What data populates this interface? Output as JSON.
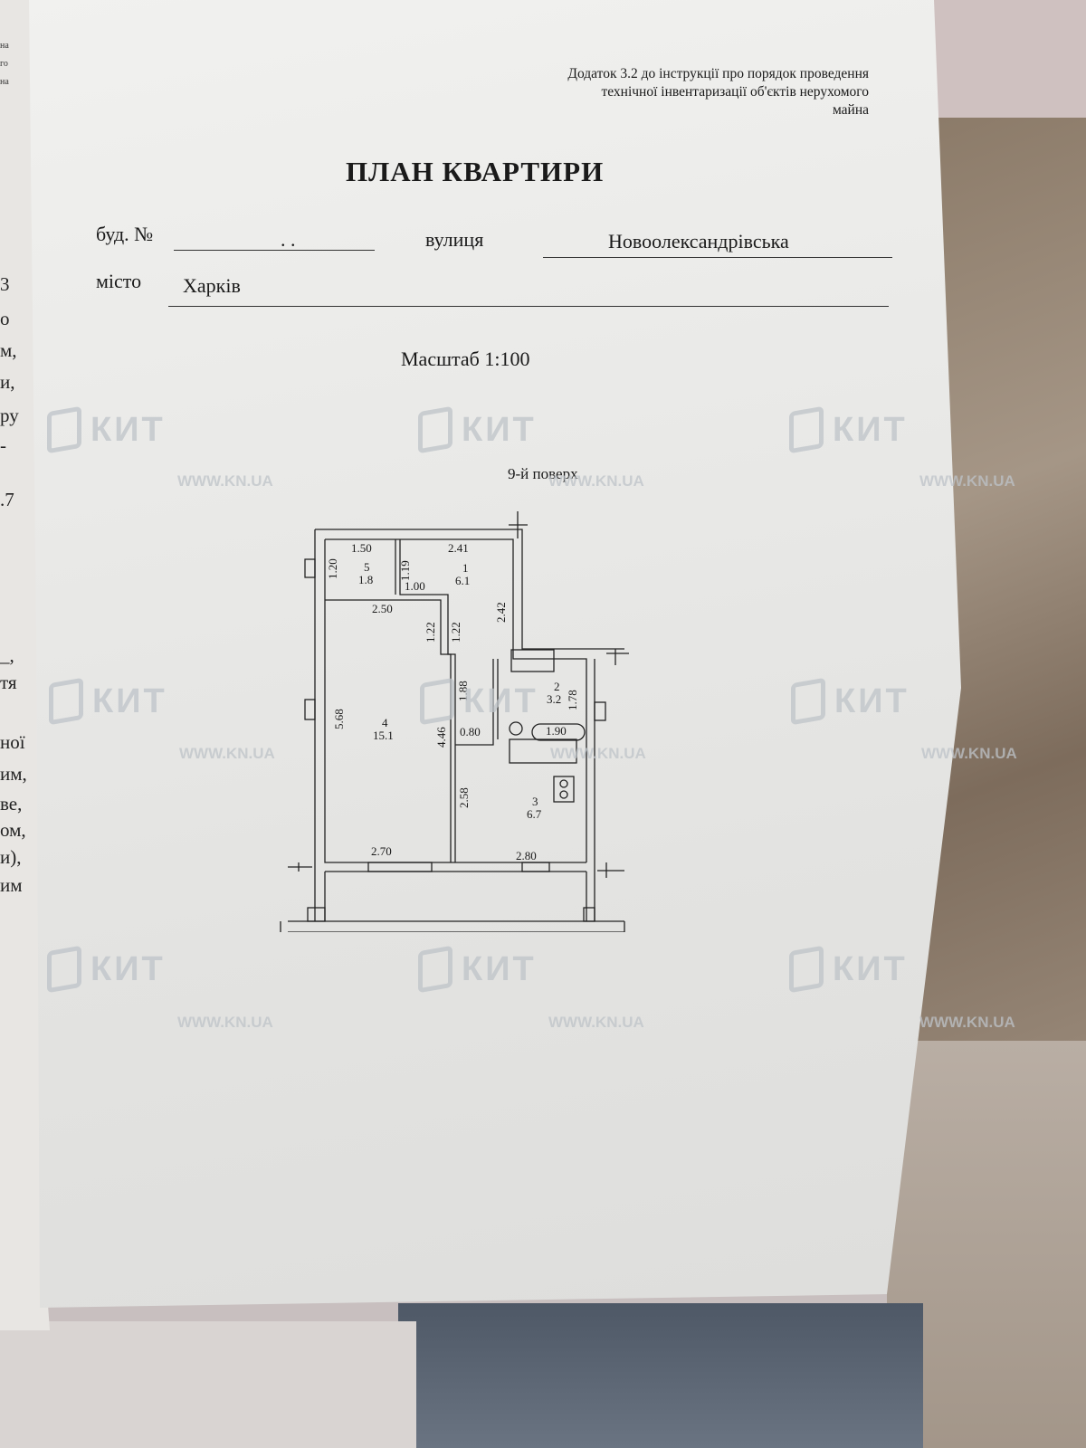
{
  "appendix": {
    "line1": "Додаток 3.2 до інструкції про порядок проведення",
    "line2": "технічної інвентаризації об'єктів нерухомого",
    "line3": "майна"
  },
  "title": "ПЛАН КВАРТИРИ",
  "fields": {
    "building_label": "буд. №",
    "building_value": ". .",
    "street_label": "вулиця",
    "street_value": "Новоолександрівська",
    "city_label": "місто",
    "city_value": "Харків"
  },
  "scale": "Масштаб 1:100",
  "floor": "9-й поверх",
  "rooms": [
    {
      "number": "1",
      "area": "6.1"
    },
    {
      "number": "2",
      "area": "3.2"
    },
    {
      "number": "3",
      "area": "6.7"
    },
    {
      "number": "4",
      "area": "15.1"
    },
    {
      "number": "5",
      "area": "1.8"
    }
  ],
  "dimensions": [
    "1.50",
    "1.20",
    "1.19",
    "1.00",
    "2.41",
    "2.42",
    "2.50",
    "1.22",
    "1.22",
    "1.88",
    "5.68",
    "4.46",
    "0.80",
    "1.78",
    "1.90",
    "2.58",
    "2.70",
    "2.80"
  ],
  "watermark": {
    "brand": "КИТ",
    "url": "WWW.KN.UA"
  },
  "left_page_fragments": [
    "3",
    "о",
    "м,",
    "и,",
    "ру",
    "-",
    ".7",
    "_,",
    "тя",
    "ної",
    "им,",
    "ве,",
    "ом,",
    "и),",
    "им"
  ],
  "left_page_top": [
    "на",
    "го",
    "на"
  ]
}
